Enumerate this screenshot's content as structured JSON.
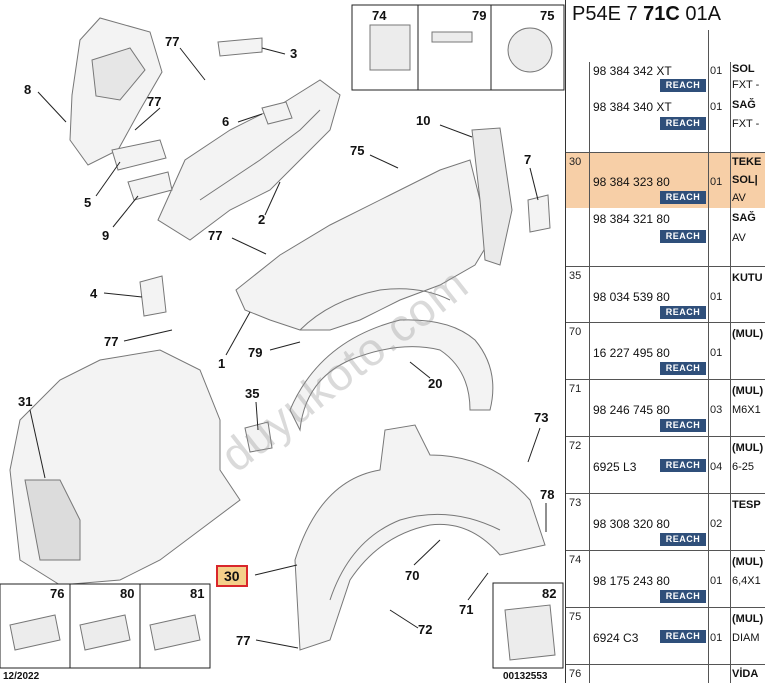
{
  "diagram": {
    "callouts": {
      "c74a": "74",
      "c79a": "79",
      "c75a": "75",
      "c77a": "77",
      "c3": "3",
      "c8": "8",
      "c77b": "77",
      "c6": "6",
      "c10": "10",
      "c5": "5",
      "c75b": "75",
      "c7": "7",
      "c9": "9",
      "c2": "2",
      "c77c": "77",
      "c4": "4",
      "c77d": "77",
      "c1": "1",
      "c79b": "79",
      "c20": "20",
      "c31": "31",
      "c35": "35",
      "c73": "73",
      "c78": "78",
      "c70": "70",
      "c71": "71",
      "c72": "72",
      "c77e": "77"
    },
    "selected_callout": "30",
    "boxes": {
      "b76": "76",
      "b80": "80",
      "b81": "81",
      "b82": "82"
    },
    "footer_date": "12/2022",
    "footer_ref": "00132553",
    "watermark": "duyukoto.com"
  },
  "list": {
    "header": {
      "code_prefix": "P54E 7 ",
      "code_bold": "71C",
      "code_suffix": " 01A"
    },
    "rows": [
      {
        "ref": "",
        "entries": [
          {
            "pn": "98 384 342 XT",
            "reach": "REACH",
            "qty": "01",
            "d1": "SOL",
            "d2": "FXT -"
          },
          {
            "pn": "98 384 340 XT",
            "reach": "REACH",
            "qty": "01",
            "d1": "SAĞ",
            "d2": "FXT -"
          }
        ]
      },
      {
        "ref": "30",
        "entries": [
          {
            "pn": "98 384 323 80",
            "reach": "REACH",
            "qty": "01",
            "d1": "TEKE",
            "d2": "SOL|"
          },
          {
            "pn": "98 384 321 80",
            "reach": "REACH",
            "qty": "",
            "d1": "SAĞ",
            "d2": "AV"
          }
        ]
      },
      {
        "ref": "35",
        "entries": [
          {
            "pn": "98 034 539 80",
            "reach": "REACH",
            "qty": "01",
            "d1": "KUTU",
            "d2": ""
          }
        ]
      },
      {
        "ref": "70",
        "entries": [
          {
            "pn": "16 227 495 80",
            "reach": "REACH",
            "qty": "01",
            "d1": "(MUL)",
            "d2": ""
          }
        ]
      },
      {
        "ref": "71",
        "entries": [
          {
            "pn": "98 246 745 80",
            "reach": "REACH",
            "qty": "03",
            "d1": "(MUL)",
            "d2": "M6X1"
          }
        ]
      },
      {
        "ref": "72",
        "entries": [
          {
            "pn": "6925 L3",
            "reach": "REACH",
            "qty": "04",
            "d1": "(MUL)",
            "d2": "6-25"
          }
        ]
      },
      {
        "ref": "73",
        "entries": [
          {
            "pn": "98 308 320 80",
            "reach": "REACH",
            "qty": "02",
            "d1": "TESP",
            "d2": ""
          }
        ]
      },
      {
        "ref": "74",
        "entries": [
          {
            "pn": "98 175 243 80",
            "reach": "REACH",
            "qty": "01",
            "d1": "(MUL)",
            "d2": "6,4X1"
          }
        ]
      },
      {
        "ref": "75",
        "entries": [
          {
            "pn": "6924 C3",
            "reach": "REACH",
            "qty": "01",
            "d1": "(MUL)",
            "d2": "DIAM"
          }
        ]
      },
      {
        "ref": "76",
        "entries": [
          {
            "pn": "",
            "reach": "",
            "qty": "",
            "d1": "VİDA",
            "d2": ""
          }
        ]
      }
    ],
    "row1_d2_second": "AV"
  },
  "colors": {
    "selected_row": "#f7cfa7",
    "reach_badge": "#2f4f7a",
    "callout_highlight": "#f4d08a",
    "callout_border": "#d9262b"
  }
}
